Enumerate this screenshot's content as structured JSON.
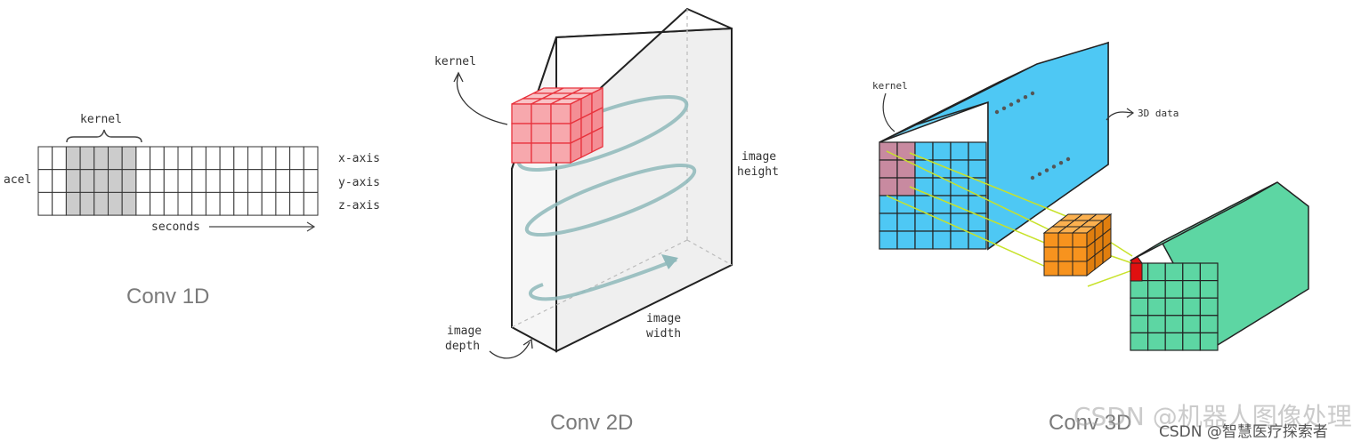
{
  "conv1d": {
    "caption": "Conv 1D",
    "kernel_label": "kernel",
    "row_label": "acel",
    "axis_labels": [
      "x-axis",
      "y-axis",
      "z-axis"
    ],
    "time_label": "seconds",
    "grid_rows": 3,
    "grid_cols": 20,
    "kernel_start_col": 2,
    "kernel_cols": 5,
    "kernel_fill": "#cccccc"
  },
  "conv2d": {
    "caption": "Conv 2D",
    "kernel_label": "kernel",
    "height_label_1": "image",
    "height_label_2": "height",
    "width_label_1": "image",
    "width_label_2": "width",
    "depth_label_1": "image",
    "depth_label_2": "depth",
    "kernel_color": "#e8323c",
    "spiral_color": "#8fb9bb"
  },
  "conv3d": {
    "caption": "Conv 3D",
    "kernel_label": "kernel",
    "data_label": "3D data",
    "input_color": "#4ec8f4",
    "kernel_color": "#f7931e",
    "output_color": "#5dd6a3",
    "highlight_color": "#e01010",
    "ray_color": "#c8e22a"
  },
  "watermark": {
    "line1": "CSDN @机器人图像处理",
    "line2": "CSDN @智慧医疗探索者"
  }
}
